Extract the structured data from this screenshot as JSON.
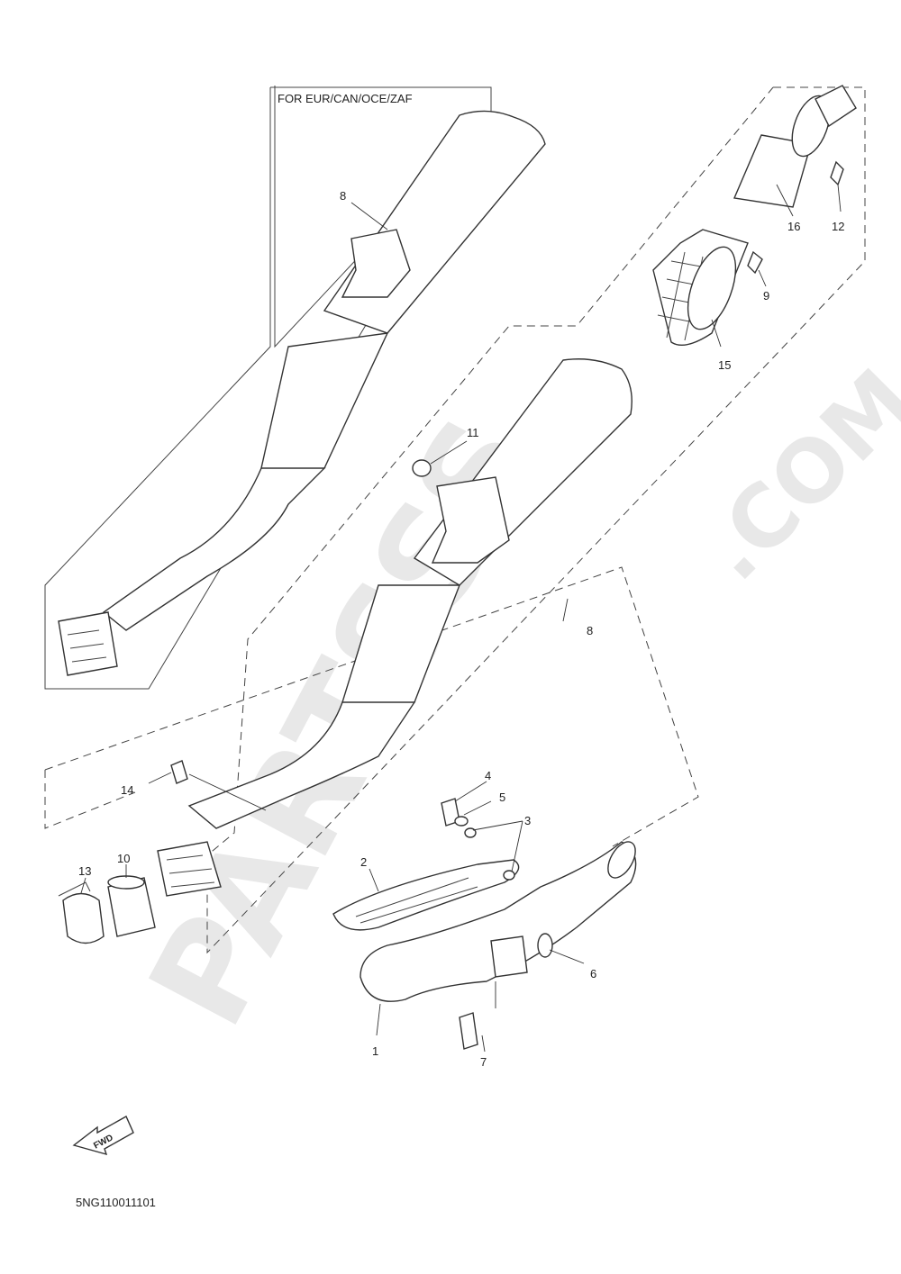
{
  "region_title": "FOR EUR/CAN/OCE/ZAF",
  "diagram_code": "5NG110011101",
  "fwd_label": "FWD",
  "watermark": {
    "brand": "PARTSSS",
    "suffix": ".COM"
  },
  "callouts": {
    "c1": "1",
    "c2": "2",
    "c3": "3",
    "c4": "4",
    "c5": "5",
    "c6": "6",
    "c7": "7",
    "c8a": "8",
    "c8b": "8",
    "c9": "9",
    "c10": "10",
    "c11": "11",
    "c12": "12",
    "c13": "13",
    "c14": "14",
    "c15": "15",
    "c16": "16"
  },
  "icons": {
    "fwd": "fwd-arrow-icon"
  }
}
